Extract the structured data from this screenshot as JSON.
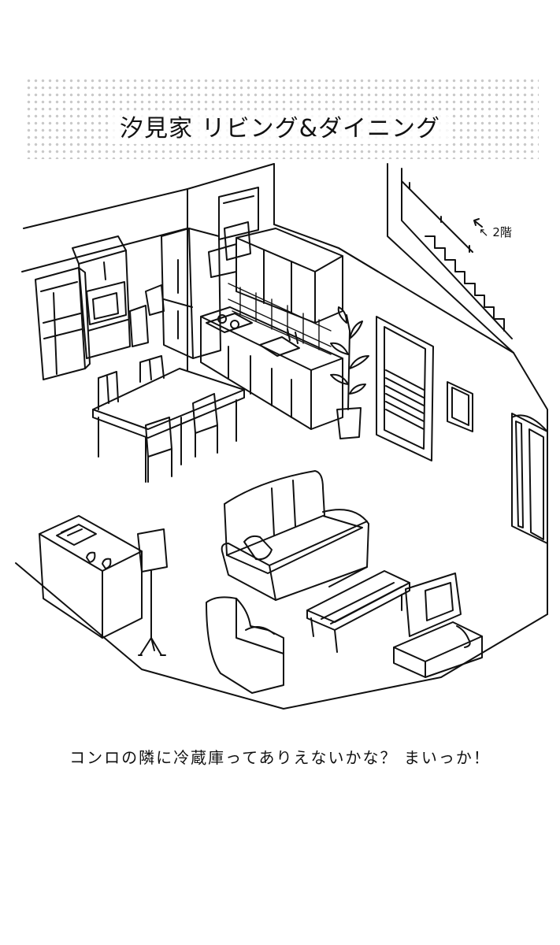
{
  "title": "汐見家 リビング&ダイニング",
  "floor_label": "↖ 2階",
  "caption": "コンロの隣に冷蔵庫ってありえないかな？ まいっか！",
  "colors": {
    "ink": "#111111",
    "tone_dot": "#c9c9c9",
    "paper": "#ffffff"
  }
}
